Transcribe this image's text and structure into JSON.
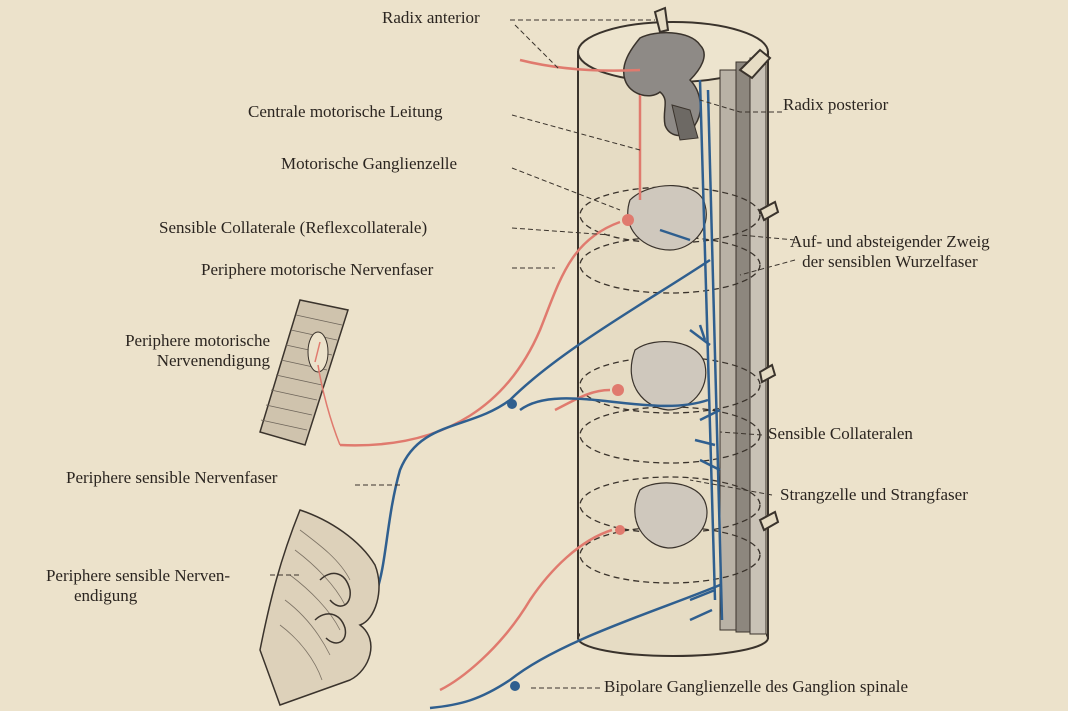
{
  "labels": {
    "radix_anterior": "Radix anterior",
    "radix_posterior": "Radix posterior",
    "centrale_motorische_leitung": "Centrale motorische Leitung",
    "motorische_ganglienzelle": "Motorische Ganglienzelle",
    "sensible_collaterale": "Sensible Collaterale (Reflexcollaterale)",
    "periphere_motorische_nervenfaser": "Periphere motorische Nervenfaser",
    "auf_und_absteigender_zweig": [
      "Auf- und absteigender Zweig",
      "der sensiblen Wurzelfaser"
    ],
    "periphere_motorische_nervenendigung": [
      "Periphere motorische",
      "Nervenendigung"
    ],
    "sensible_collateralen": "Sensible Collateralen",
    "periphere_sensible_nervenfaser": "Periphere sensible Nervenfaser",
    "strangzelle_und_strangfaser": "Strangzelle und Strangfaser",
    "periphere_sensible_nervenendigung": [
      "Periphere sensible Nerven-",
      "endigung"
    ],
    "bipolare_ganglienzelle": "Bipolare Ganglienzelle des Ganglion spinale"
  },
  "colors": {
    "background": "#ece2cb",
    "motor_fiber": "#e07a6e",
    "sensory_fiber": "#2f5f8f",
    "outline": "#3a332c",
    "grey_matter": "#cfc8bd"
  }
}
